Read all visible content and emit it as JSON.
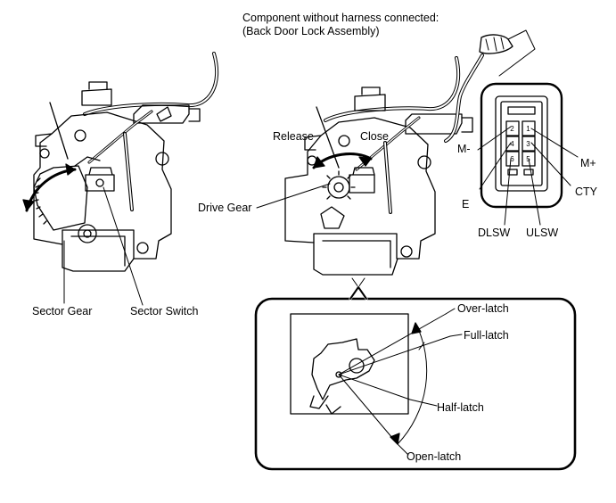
{
  "header": {
    "line1": "Component without harness connected:",
    "line2": "(Back Door Lock Assembly)"
  },
  "left_assembly": {
    "sector_gear": "Sector Gear",
    "sector_switch": "Sector Switch"
  },
  "center_assembly": {
    "release": "Release",
    "close": "Close",
    "drive_gear": "Drive Gear"
  },
  "connector": {
    "pins": [
      "1",
      "2",
      "3",
      "4",
      "5",
      "6"
    ],
    "m_plus": "M+",
    "m_minus": "M-",
    "cty": "CTY",
    "e": "E",
    "dlsw": "DLSW",
    "ulsw": "ULSW"
  },
  "latch_detail": {
    "over_latch": "Over-latch",
    "full_latch": "Full-latch",
    "half_latch": "Half-latch",
    "open_latch": "Open-latch"
  }
}
